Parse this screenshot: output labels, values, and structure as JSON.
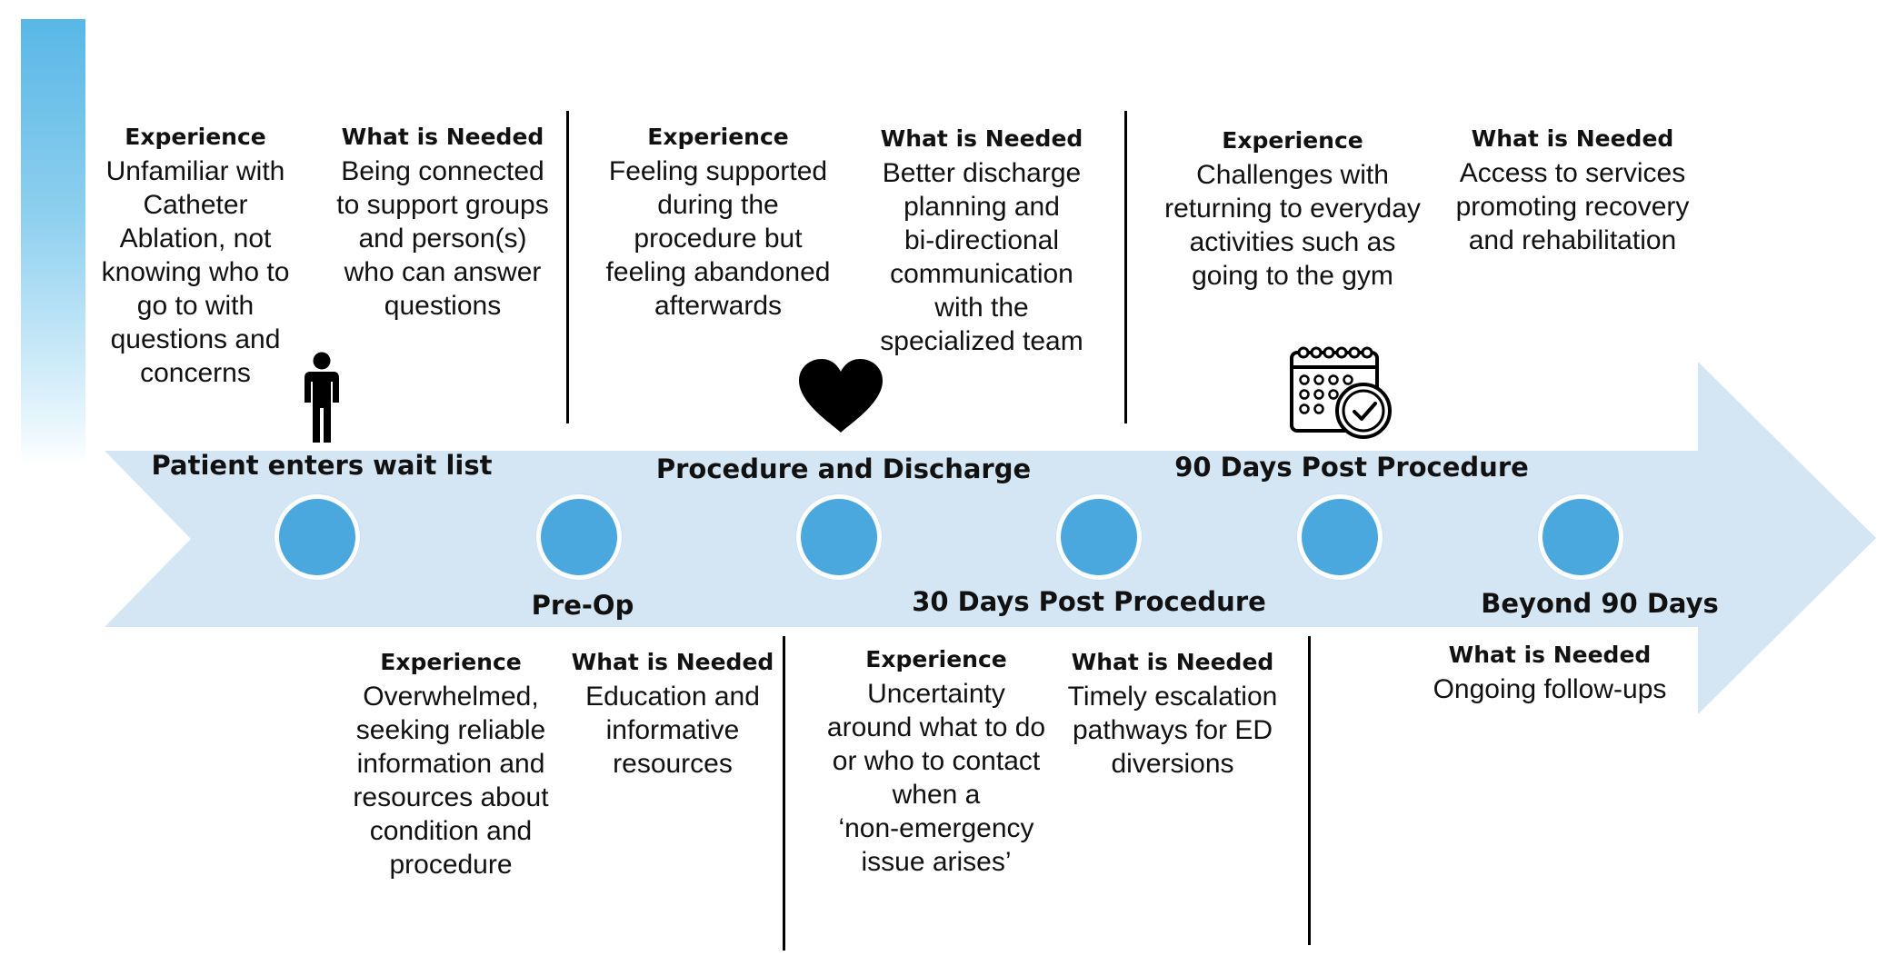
{
  "colors": {
    "arrow": "#d4e6f4",
    "milestone": "#4aa8de",
    "accent_bar": "#59b7e6",
    "text": "#111111"
  },
  "icons": {
    "person": "person-icon",
    "heart": "heart-icon",
    "calendar": "calendar-clock-icon"
  },
  "stages": [
    {
      "label": "Patient enters wait list",
      "position": "above"
    },
    {
      "label": "Pre-Op",
      "position": "below"
    },
    {
      "label": "Procedure and Discharge",
      "position": "above"
    },
    {
      "label": "30 Days Post Procedure",
      "position": "below"
    },
    {
      "label": "90 Days Post Procedure",
      "position": "above"
    },
    {
      "label": "Beyond 90 Days",
      "position": "below"
    }
  ],
  "top_blocks": [
    {
      "heading": "Experience",
      "text": "Unfamiliar with\nCatheter\nAblation, not\nknowing who to\ngo to with\nquestions and\nconcerns"
    },
    {
      "heading": "What is Needed",
      "text": "Being connected\nto support groups\nand person(s)\nwho can answer\nquestions"
    },
    {
      "heading": "Experience",
      "text": "Feeling supported\nduring the\nprocedure but\nfeeling abandoned\nafterwards"
    },
    {
      "heading": "What is Needed",
      "text": "Better discharge\nplanning and\nbi-directional\ncommunication\nwith the\nspecialized team"
    },
    {
      "heading": "Experience",
      "text": "Challenges with\nreturning to everyday\nactivities such as\ngoing to the gym"
    },
    {
      "heading": "What is Needed",
      "text": "Access to services\npromoting recovery\nand rehabilitation"
    }
  ],
  "bottom_blocks": [
    {
      "heading": "Experience",
      "text": "Overwhelmed,\nseeking reliable\ninformation and\nresources about\ncondition and\nprocedure"
    },
    {
      "heading": "What is Needed",
      "text": "Education and\ninformative\nresources"
    },
    {
      "heading": "Experience",
      "text": "Uncertainty\naround what to do\nor who to contact\nwhen a\n‘non-emergency\nissue arises’"
    },
    {
      "heading": "What is Needed",
      "text": "Timely escalation\npathways for ED\ndiversions"
    },
    {
      "heading": "What is Needed",
      "text": "Ongoing follow-ups"
    }
  ]
}
